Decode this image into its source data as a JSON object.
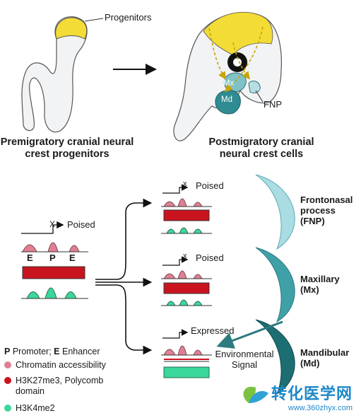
{
  "top": {
    "progenitors_label": "Progenitors",
    "fnp_label": "FNP",
    "mx_label": "Mx",
    "md_label": "Md",
    "premigratory_title": "Premigratory cranial neural crest progenitors",
    "postmigratory_title": "Postmigratory cranial neural crest cells"
  },
  "left_panel": {
    "state_label": "Poised",
    "x_mark": "X",
    "e1": "E",
    "p": "P",
    "e2": "E"
  },
  "branches": [
    {
      "state_label": "Poised",
      "x_mark": "x",
      "region_label": "Frontonasal process (FNP)"
    },
    {
      "state_label": "Poised",
      "x_mark": "x",
      "region_label": "Maxillary (Mx)"
    },
    {
      "state_label": "Expressed",
      "region_label": "Mandibular (Md)"
    }
  ],
  "environment": {
    "label": "Environmental Signal"
  },
  "legend": {
    "promoter_letter": "P",
    "promoter_text": " Promoter; ",
    "enhancer_letter": "E",
    "enhancer_text": " Enhancer",
    "items": [
      {
        "label": "Chromatin accessibility",
        "color": "#e07f93"
      },
      {
        "label": "H3K27me3, Polycomb domain",
        "color": "#c91420"
      },
      {
        "label": "H3K4me2",
        "color": "#3bd79a"
      }
    ]
  },
  "watermark": {
    "cn": "转化医学网",
    "url": "www.360zhyx.com"
  },
  "colors": {
    "pink": "#e07f93",
    "red": "#c91420",
    "green": "#3bd79a",
    "yellow": "#f3dc35",
    "teal_light": "#9fd8df",
    "teal_mid": "#3fa0a8",
    "teal_dark": "#1d6e72"
  }
}
